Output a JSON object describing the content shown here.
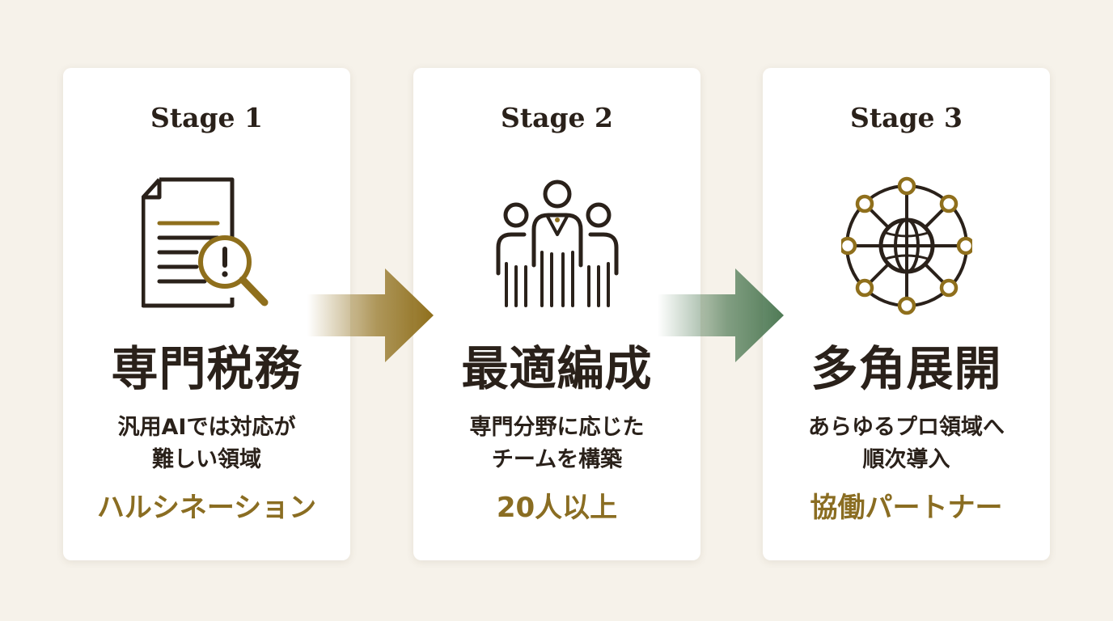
{
  "stages": [
    {
      "label": "Stage 1",
      "icon": "document-search-alert-icon",
      "title": "専門税務",
      "desc_line1": "汎用AIでは対応が",
      "desc_line2": "難しい領域",
      "highlight": "ハルシネーション"
    },
    {
      "label": "Stage 2",
      "icon": "team-people-icon",
      "title": "最適編成",
      "desc_line1": "専門分野に応じた",
      "desc_line2": "チームを構築",
      "highlight": "20人以上"
    },
    {
      "label": "Stage 3",
      "icon": "network-globe-icon",
      "title": "多角展開",
      "desc_line1": "あらゆるプロ領域へ",
      "desc_line2": "順次導入",
      "highlight": "協働パートナー"
    }
  ],
  "colors": {
    "background": "#f6f2ea",
    "card": "#ffffff",
    "text_dark": "#2a211a",
    "accent_gold": "#8a6d22",
    "arrow_gold": "#8f6f1c",
    "arrow_green": "#4f7a55"
  }
}
